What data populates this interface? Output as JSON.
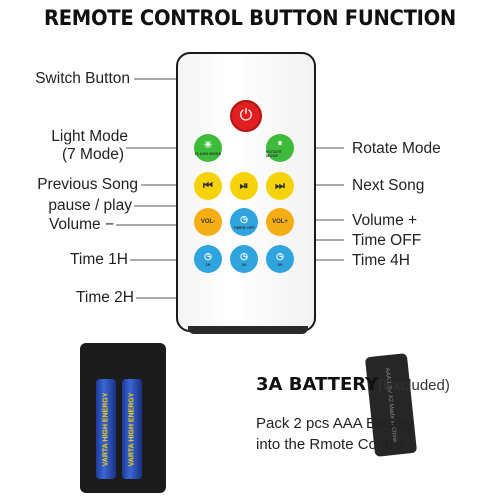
{
  "title": "REMOTE CONTROL BUTTON FUNCTION",
  "labels": {
    "switch": "Switch Button",
    "light_mode_1": "Light Mode",
    "light_mode_2": "(7 Mode)",
    "rotate": "Rotate Mode",
    "prev": "Previous Song",
    "next": "Next Song",
    "pause": "pause / play",
    "vol_minus": "Volume −",
    "vol_plus": "Volume +",
    "time_off": "Time OFF",
    "time_1h": "Time 1H",
    "time_4h": "Time 4H",
    "time_2h": "Time 2H"
  },
  "remote_buttons": {
    "flash": "FLASH MODE",
    "rotate": "ROTATE MODE",
    "prev": "⏮",
    "play": "⏯",
    "next": "⏭",
    "vol_minus": "VOL-",
    "timer_off": "TIMER OFF",
    "vol_plus": "VOL+",
    "t1": "1H",
    "t2": "2H",
    "t4": "4H"
  },
  "battery": {
    "title": "3A BATTERY",
    "note": "(Excluded)",
    "line1": "Pack 2 pcs AAA Battery",
    "line2": "into the Rmote Control",
    "cell_text": "VARTA HIGH ENERGY",
    "cover_text": "AAA 1.5V X2  Made in China"
  },
  "colors": {
    "power": "#e02020",
    "green": "#3dbb3a",
    "yellow": "#f6d20a",
    "orange": "#f5ad14",
    "blue": "#2fa4df"
  }
}
